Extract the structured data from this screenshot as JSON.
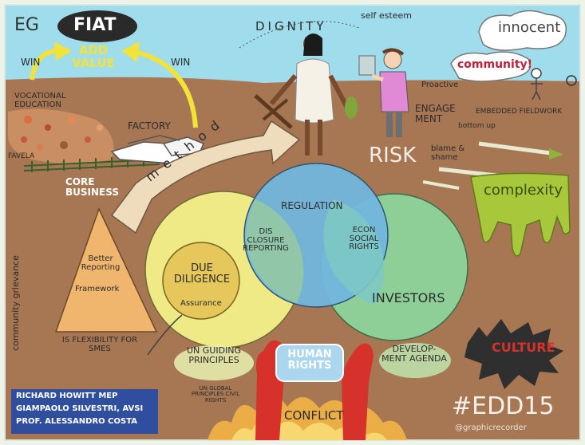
{
  "title_left": "EG",
  "fiat_logo": "FIAT",
  "add_value": "ADD VALUE",
  "win_left": "WIN",
  "win_right": "WIN",
  "dignity": "DIGNITY",
  "self_esteem": "self esteem",
  "innocent": "innocent",
  "community": "community!",
  "proactive": "Proactive",
  "engagement": "ENGAGE MENT",
  "embedded_fieldwork": "EMBEDDED FIELDWORK",
  "bottom_up": "bottom up",
  "risk": "RISK",
  "blame_shame": "blame & shame",
  "complexity": "complexity",
  "vocational_education": "VOCATIONAL EDUCATION",
  "factory": "FACTORY",
  "favela": "FAVELA",
  "core_business": "CORE BUSINESS",
  "method": "method",
  "regulation": "REGULATION",
  "disclosure": "DIS CLOSURE Reporting",
  "econ_social_rights": "ECON SOCIAL RIGHTS",
  "due_diligence": "DUE DILIGENCE",
  "assurance": "Assurance",
  "investors": "INVESTORS",
  "better_reporting": "Better Reporting",
  "framework": "Framework",
  "is_flexibility": "IS FLEXIBILITY for SMEs",
  "community_grievance": "community grievance",
  "un_guiding_principles": "UN GUIDING PRINCIPLES",
  "un_global": "UN GLOBAL PRINCIPLES CIVIL RIGHTS",
  "human_rights": "HUMAN RIGHTS",
  "develop_agenda": "DEVELOP- MENT AGENDA",
  "conflict": "CONFLICT",
  "culture": "CULTURE",
  "hashtag": "#EDD15",
  "graphic_recorder": "@graphicrecorder",
  "speakers": [
    "RICHARD HOWITT MEP",
    "GIAMPAOLO SILVESTRI, AVSI",
    "PROF. ALESSANDRO COSTA"
  ],
  "colors": {
    "sky": "#9fdcec",
    "ground": "#a77653",
    "yellow": "#f2f089",
    "blue": "#72b6dd",
    "green": "#8cd49c",
    "green_slime": "#a6c83a",
    "red": "#d6322b",
    "navy": "#2f4f9e"
  }
}
